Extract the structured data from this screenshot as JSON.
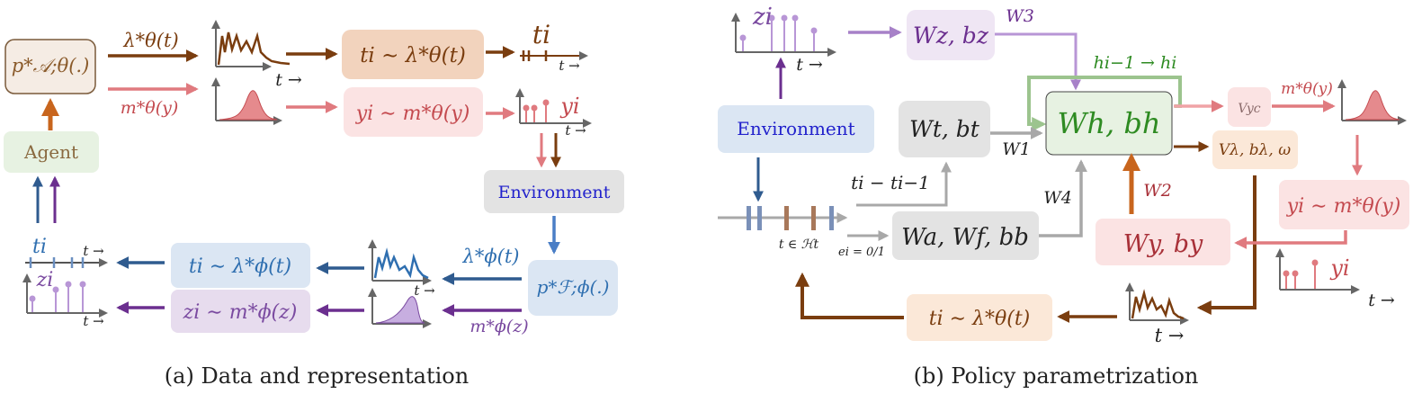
{
  "colors": {
    "brown": "#7a3d0f",
    "brown_light": "#f2d3bd",
    "red": "#c44a4f",
    "red_light": "#fbe3e3",
    "blue": "#2f5b8f",
    "blue_dark": "#264d80",
    "blue_light": "#dbe6f3",
    "purple": "#6b2f8f",
    "purple_light": "#e7dcee",
    "green": "#2e8b22",
    "green_light": "#e7f2e2",
    "gray_box": "#e3e3e3",
    "gray_arrow": "#a8a8a8",
    "navy_text": "#2222cc"
  },
  "panel_a": {
    "caption": "(a) Data and representation",
    "policy_label": "p*𝒜;θ(.)",
    "agent_label": "Agent",
    "environment_label": "Environment",
    "lambda_theta": "λ*θ(t)",
    "m_theta": "m*θ(y)",
    "sample_t_theta": "ti ∼ λ*θ(t)",
    "sample_y_theta": "yi ∼ m*θ(y)",
    "out_t": "ti",
    "out_y": "yi",
    "axis_t": "t →",
    "feedback_label": "p*ℱ;ϕ(.)",
    "lambda_phi": "λ*ϕ(t)",
    "m_phi": "m*ϕ(z)",
    "sample_t_phi": "ti ∼ λ*ϕ(t)",
    "sample_z_phi": "zi ∼ m*ϕ(z)",
    "hist_t": "ti",
    "hist_z": "zi"
  },
  "panel_b": {
    "caption": "(b) Policy parametrization",
    "z_label": "zi",
    "axis_t": "t →",
    "wz_box": "Wz, bz",
    "w3_label": "W3",
    "recurrence_label": "hi−1 → hi",
    "environment_label": "Environment",
    "wt_box": "Wt, bt",
    "w1_label": "W1",
    "wh_box": "Wh, bh",
    "vc_box": "Vyc",
    "m_theta": "m*θ(y)",
    "vlambda_box": "Vλ, bλ, ω",
    "dt_label": "ti − ti−1",
    "w4_label": "W4",
    "w2_label": "W2",
    "y_sample": "yi ∼ m*θ(y)",
    "history_label": "t ∈ ℋt",
    "event_label": "ei = 0/1",
    "wa_box": "Wa, Wf, bb",
    "wy_box": "Wy, by",
    "y_label": "yi",
    "t_sample": "ti ∼ λ*θ(t)"
  }
}
